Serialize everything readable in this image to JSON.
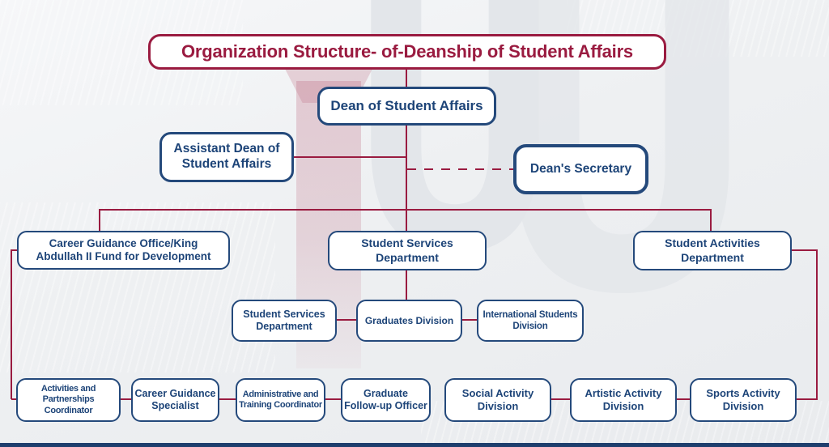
{
  "diagram": {
    "title": "Organization Structure- of-Deanship of Student Affairs",
    "nodes": {
      "dean": {
        "label": "Dean of Student Affairs"
      },
      "assistant_dean": {
        "label": "Assistant Dean of\nStudent Affairs"
      },
      "deans_secretary": {
        "label": "Dean's Secretary"
      },
      "career_guidance_office": {
        "label": "Career Guidance Office/King\nAbdullah II Fund for Development"
      },
      "student_services_department": {
        "label": "Student Services\nDepartment"
      },
      "student_activities_department": {
        "label": "Student Activities\nDepartment"
      },
      "student_services_department_sub": {
        "label": "Student Services\nDepartment"
      },
      "graduates_division": {
        "label": "Graduates Division"
      },
      "international_students_division": {
        "label": "International Students\nDivision"
      },
      "activities_partnerships_coordinator": {
        "label": "Activities and\nPartnerships Coordinator"
      },
      "career_guidance_specialist": {
        "label": "Career Guidance\nSpecialist"
      },
      "administrative_training_coordinator": {
        "label": "Administrative and\nTraining Coordinator"
      },
      "graduate_followup_officer": {
        "label": "Graduate\nFollow-up Officer"
      },
      "social_activity_division": {
        "label": "Social Activity\nDivision"
      },
      "artistic_activity_division": {
        "label": "Artistic Activity\nDivision"
      },
      "sports_activity_division": {
        "label": "Sports Activity\nDivision"
      }
    },
    "edges": [
      {
        "from": "dean",
        "to": "assistant_dean",
        "style": "solid"
      },
      {
        "from": "dean",
        "to": "deans_secretary",
        "style": "dashed"
      },
      {
        "from": "dean",
        "to": "career_guidance_office",
        "style": "solid"
      },
      {
        "from": "dean",
        "to": "student_services_department",
        "style": "solid"
      },
      {
        "from": "dean",
        "to": "student_activities_department",
        "style": "solid"
      },
      {
        "from": "student_services_department",
        "to": "student_services_department_sub",
        "style": "solid"
      },
      {
        "from": "student_services_department",
        "to": "graduates_division",
        "style": "solid"
      },
      {
        "from": "student_services_department",
        "to": "international_students_division",
        "style": "solid"
      },
      {
        "from": "career_guidance_office",
        "to": "activities_partnerships_coordinator",
        "style": "solid"
      },
      {
        "from": "career_guidance_office",
        "to": "career_guidance_specialist",
        "style": "solid"
      },
      {
        "from": "career_guidance_office",
        "to": "administrative_training_coordinator",
        "style": "solid"
      },
      {
        "from": "career_guidance_office",
        "to": "graduate_followup_officer",
        "style": "solid"
      },
      {
        "from": "student_activities_department",
        "to": "social_activity_division",
        "style": "solid"
      },
      {
        "from": "student_activities_department",
        "to": "artistic_activity_division",
        "style": "solid"
      },
      {
        "from": "student_activities_department",
        "to": "sports_activity_division",
        "style": "solid"
      }
    ]
  },
  "colors": {
    "maroon": "#9a1b40",
    "navy_border": "#24497b",
    "navy_text": "#1d4478",
    "bottom_bar": "#1e3e6d",
    "background": "#eef0f2",
    "watermark_gray": "#e3e6ea",
    "watermark_pink": "#d9aab7"
  }
}
